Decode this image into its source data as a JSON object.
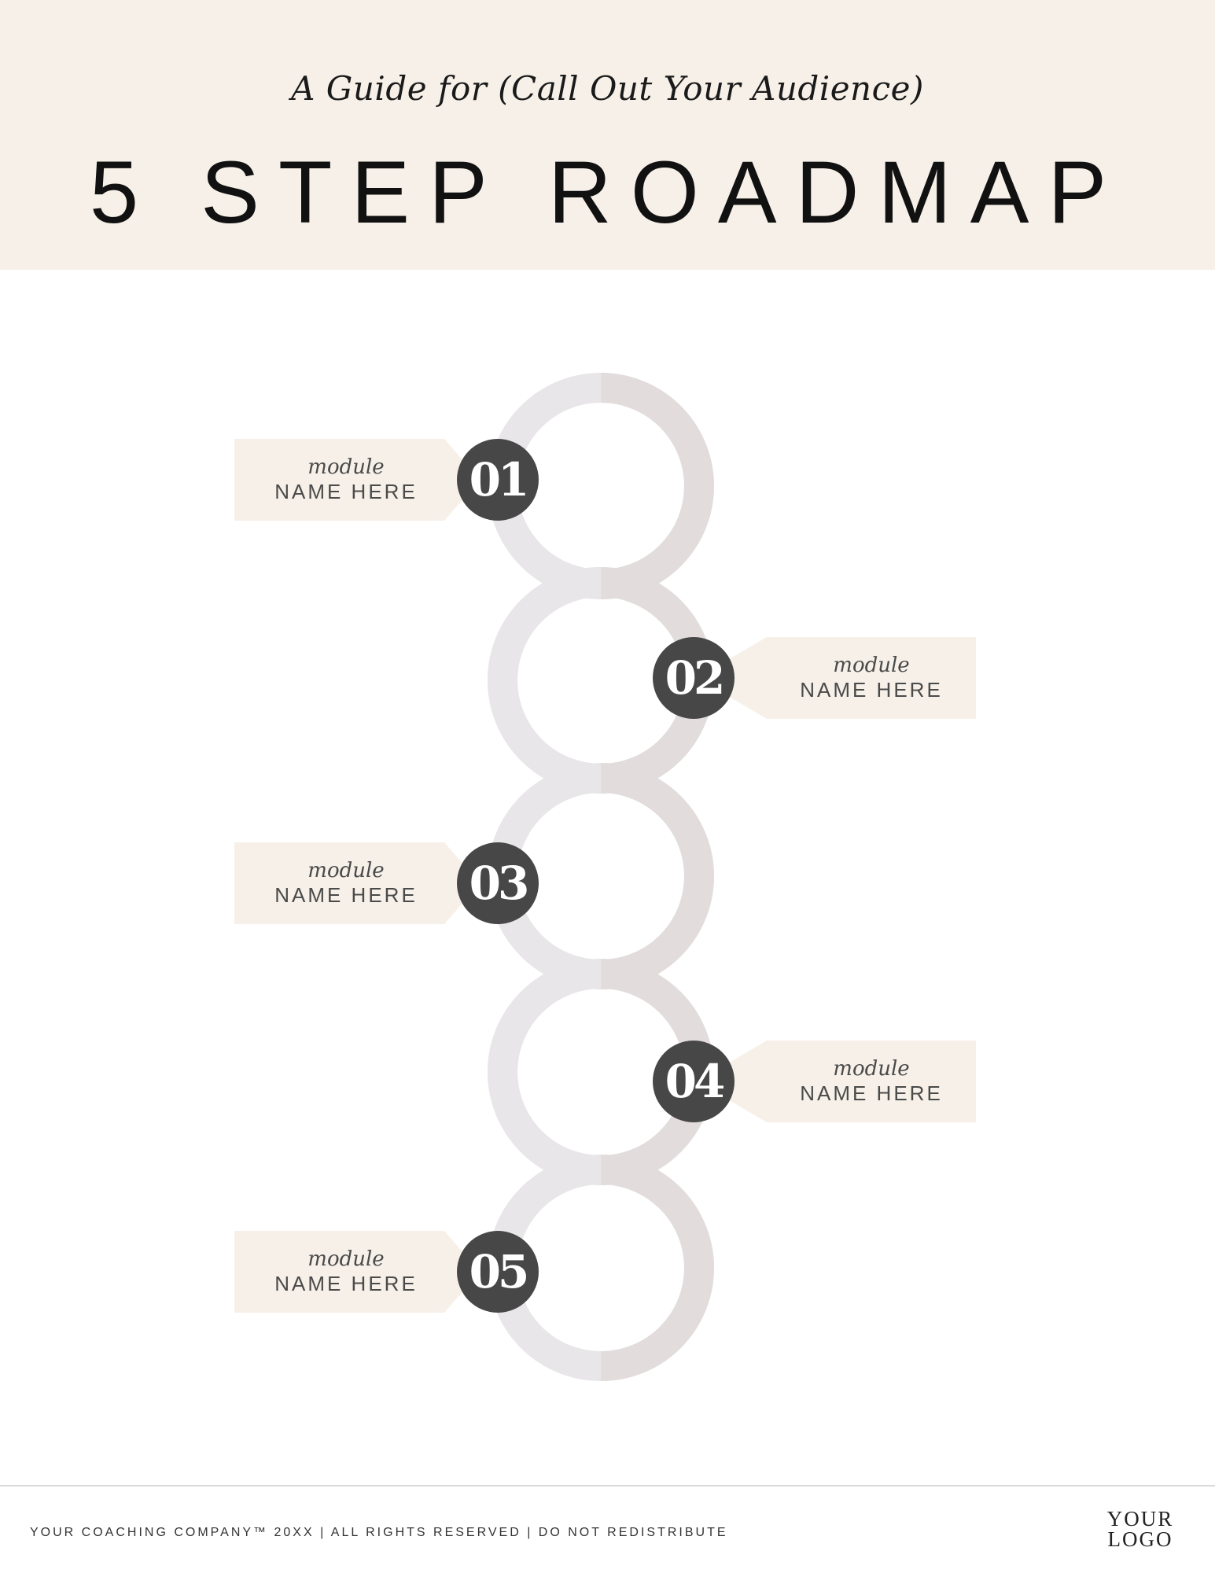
{
  "header": {
    "subtitle": "A Guide for (Call Out Your Audience)",
    "title": "5 STEP ROADMAP"
  },
  "steps": [
    {
      "number": "01",
      "kicker": "module",
      "name": "NAME HERE",
      "side": "left"
    },
    {
      "number": "02",
      "kicker": "module",
      "name": "NAME HERE",
      "side": "right"
    },
    {
      "number": "03",
      "kicker": "module",
      "name": "NAME HERE",
      "side": "left"
    },
    {
      "number": "04",
      "kicker": "module",
      "name": "NAME HERE",
      "side": "right"
    },
    {
      "number": "05",
      "kicker": "module",
      "name": "NAME HERE",
      "side": "left"
    }
  ],
  "footer": {
    "text": "YOUR COACHING COMPANY™ 20XX | ALL RIGHTS RESERVED | DO NOT REDISTRIBUTE",
    "logo_line1": "YOUR",
    "logo_line2": "LOGO"
  },
  "colors": {
    "header_bg": "#f6f0e8",
    "label_bg": "#f6f0e8",
    "ring_light": "#e8e6e8",
    "ring_dark": "#e2dcdc",
    "badge": "#474747"
  }
}
